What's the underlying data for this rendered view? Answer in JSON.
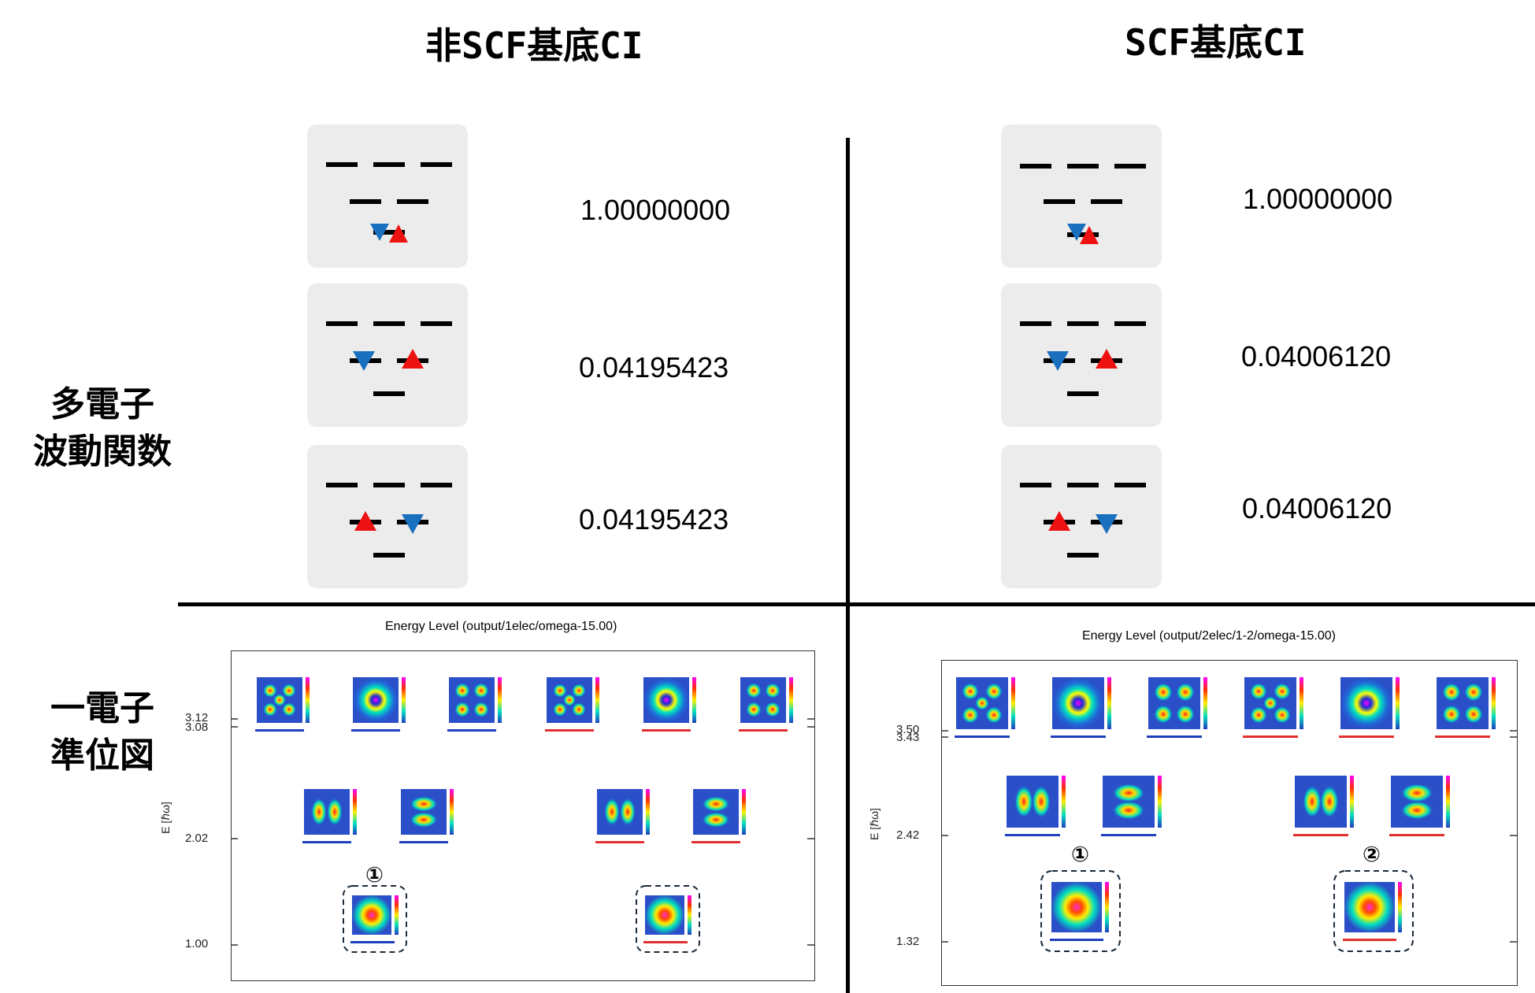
{
  "columns": {
    "left_title": "非SCF基底CI",
    "right_title": "SCF基底CI"
  },
  "rows": {
    "top_label_line1": "多電子",
    "top_label_line2": "波動関数",
    "bottom_label_line1": "一電子",
    "bottom_label_line2": "準位図"
  },
  "left_coefficients": [
    "1.00000000",
    "0.04195423",
    "0.04195423"
  ],
  "right_coefficients": [
    "1.00000000",
    "0.04006120",
    "0.04006120"
  ],
  "left_plot": {
    "title": "Energy Level   (output/1elec/omega-15.00)",
    "ylabel": "E [ℏω]",
    "ticks": [
      "3.12",
      "3.08",
      "2.02",
      "1.00"
    ],
    "marker": "①"
  },
  "right_plot": {
    "title": "Energy Level   (output/2elec/1-2/omega-15.00)",
    "ylabel": "E [ℏω]",
    "ticks": [
      "3.50",
      "3.43",
      "2.42",
      "1.32"
    ],
    "marker1": "①",
    "marker2": "②"
  },
  "colors": {
    "spin_up": "#ee1111",
    "spin_down": "#1a6fbf",
    "line": "#000000",
    "card": "#ececec",
    "level_blue": "#1f3fbf",
    "level_red": "#e23030"
  }
}
